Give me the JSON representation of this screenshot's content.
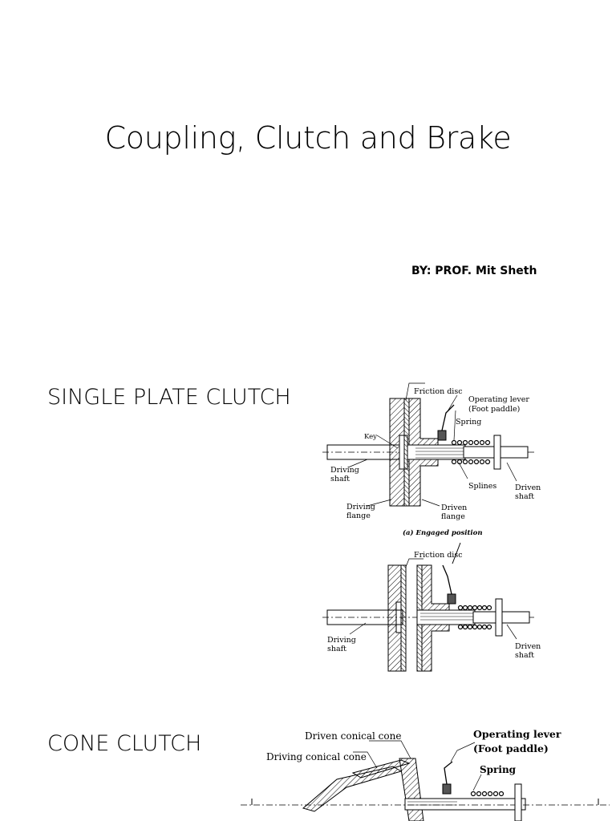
{
  "title_slide": {
    "title": "Coupling, Clutch and Brake",
    "byline": "BY: PROF. Mit Sheth"
  },
  "single_plate_slide": {
    "heading": "SINGLE PLATE CLUTCH",
    "figure_a": {
      "labels": {
        "friction_disc": "Friction disc",
        "operating_lever": "Operating lever",
        "foot_paddle": "(Foot paddle)",
        "spring": "Spring",
        "key": "Key",
        "driving_shaft_1": "Driving",
        "driving_shaft_2": "shaft",
        "splines": "Splines",
        "driven_shaft_1": "Driven",
        "driven_shaft_2": "shaft",
        "driving_flange_1": "Driving",
        "driving_flange_2": "flange",
        "driven_flange_1": "Driven",
        "driven_flange_2": "flange",
        "caption": "(a) Engaged position"
      }
    },
    "figure_b": {
      "labels": {
        "friction_disc": "Friction disc",
        "driving_shaft_1": "Driving",
        "driving_shaft_2": "shaft",
        "driven_shaft_1": "Driven",
        "driven_shaft_2": "shaft"
      }
    }
  },
  "cone_slide": {
    "heading": "CONE CLUTCH",
    "figure": {
      "labels": {
        "driven_conical_cone": "Driven conical cone",
        "driving_conical_cone": "Driving conical cone",
        "operating_lever": "Operating lever",
        "foot_paddle": "(Foot paddle)",
        "spring": "Spring"
      }
    }
  }
}
